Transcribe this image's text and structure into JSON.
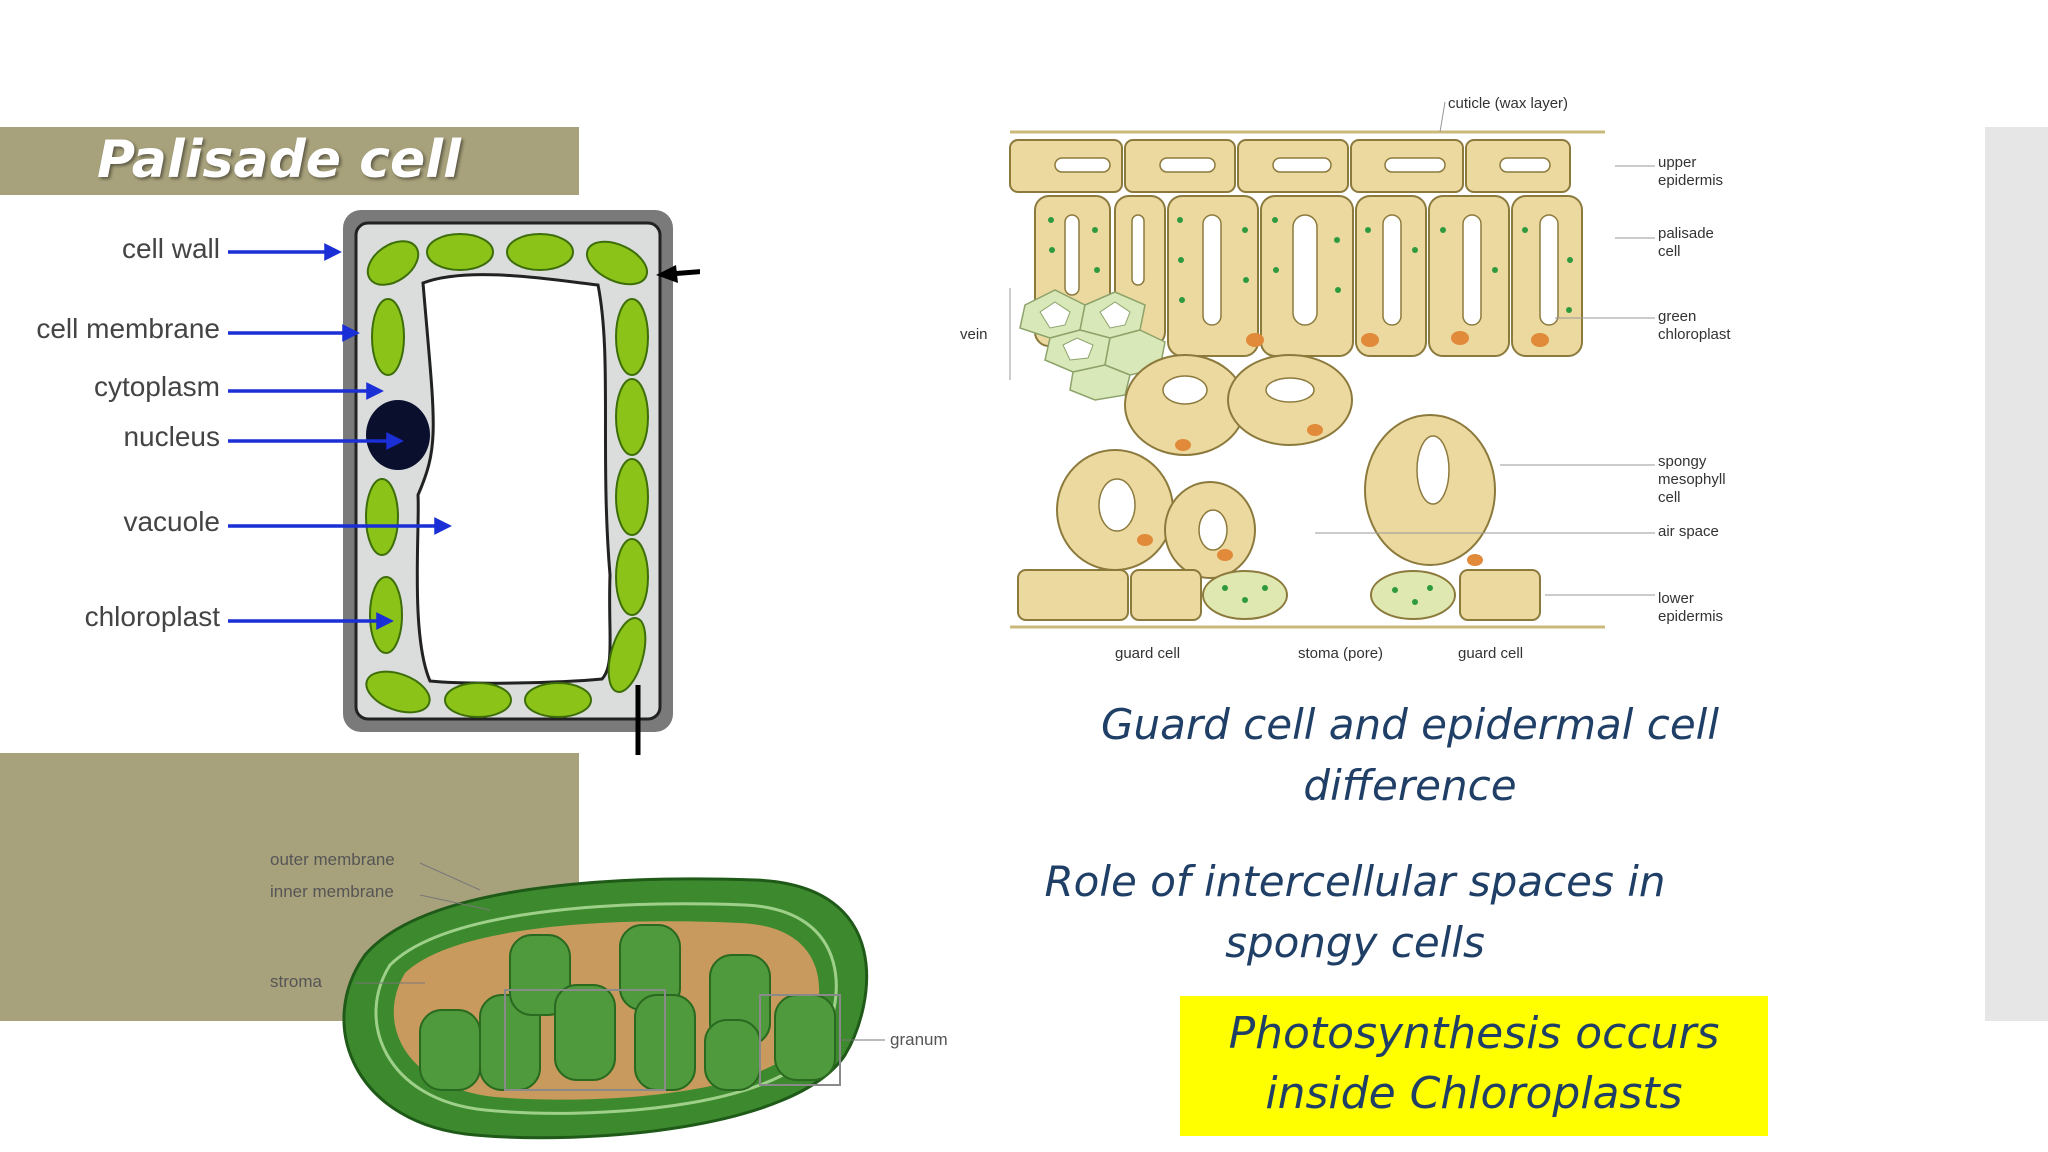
{
  "slide": {
    "title": "Palisade cell",
    "colors": {
      "band": "#a8a27c",
      "text_blue": "#1f3f66",
      "highlight": "#ffff00",
      "chloroplast_green": "#8cc318",
      "arrow_blue": "#1a2fd6"
    }
  },
  "palisade_diagram": {
    "labels": [
      "cell wall",
      "cell membrane",
      "cytoplasm",
      "nucleus",
      "vacuole",
      "chloroplast"
    ]
  },
  "leaf_diagram": {
    "top_label": "cuticle (wax layer)",
    "right_labels": [
      "upper",
      "epidermis",
      "palisade",
      "cell",
      "green",
      "chloroplast",
      "spongy",
      "mesophyll",
      "cell",
      "air space",
      "lower",
      "epidermis"
    ],
    "left_label": "vein",
    "bottom_labels": [
      "guard cell",
      "stoma (pore)",
      "guard cell"
    ]
  },
  "chloroplast_diagram": {
    "labels": [
      "outer membrane",
      "inner membrane",
      "stroma",
      "granum"
    ]
  },
  "notes": {
    "guard_cell": [
      "Guard cell and epidermal cell",
      "difference"
    ],
    "intercellular": [
      "Role of intercellular spaces in",
      "spongy cells"
    ],
    "photosynthesis": [
      "Photosynthesis occurs",
      "inside Chloroplasts"
    ]
  }
}
